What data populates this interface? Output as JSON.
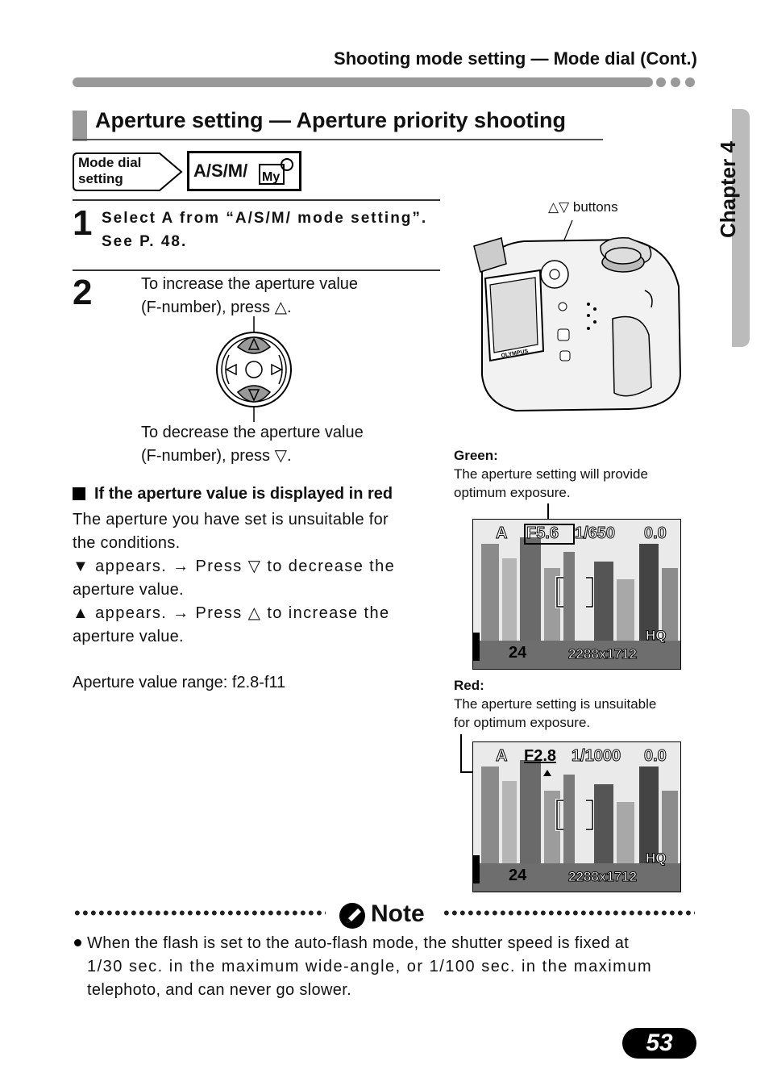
{
  "header": {
    "title": "Shooting mode setting — Mode dial (Cont.)"
  },
  "chapter": {
    "label": "Chapter 4"
  },
  "section": {
    "title": "Aperture setting — Aperture priority shooting"
  },
  "mode_dial": {
    "label_line1": "Mode dial",
    "label_line2": "setting",
    "value": "A/S/M/"
  },
  "steps": [
    {
      "number": "1",
      "text": "Select A from “A/S/M/ mode setting”. See P. 48."
    },
    {
      "number": "2",
      "increase_text_line1": "To increase the aperture value",
      "increase_text_line2": "(F-number), press △.",
      "decrease_text_line1": "To decrease the aperture value",
      "decrease_text_line2": "(F-number), press ▽."
    }
  ],
  "red_info": {
    "heading": "If the aperture value is displayed in red",
    "line1": "The aperture you have set is unsuitable for",
    "line2": "the conditions.",
    "line3": "▼ appears. → Press ▽ to decrease the",
    "line4": "aperture value.",
    "line5": "▲ appears. → Press △ to increase the",
    "line6": "aperture value.",
    "range": "Aperture value range: f2.8-f11"
  },
  "camera": {
    "buttons_label": "△▽ buttons",
    "brand": "OLYMPUS"
  },
  "green": {
    "title": "Green:",
    "desc_line1": "The aperture setting will provide",
    "desc_line2": "optimum exposure.",
    "lcd": {
      "mode": "A",
      "aperture": "F5.6",
      "shutter": "1/650",
      "ev": "0.0",
      "quality": "HQ",
      "frames": "24",
      "size": "2288x1712"
    }
  },
  "red": {
    "title": "Red:",
    "desc_line1": "The aperture setting is unsuitable",
    "desc_line2": "for optimum exposure.",
    "lcd": {
      "mode": "A",
      "aperture": "F2.8",
      "shutter": "1/1000",
      "ev": "0.0",
      "quality": "HQ",
      "frames": "24",
      "size": "2288x1712"
    }
  },
  "note": {
    "title": "Note",
    "line1": "When the flash is set to the auto-flash mode, the shutter speed is fixed at",
    "line2": "1/30 sec. in the maximum wide-angle, or 1/100 sec. in the maximum",
    "line3": "telephoto, and can never go slower."
  },
  "page_number": "53"
}
